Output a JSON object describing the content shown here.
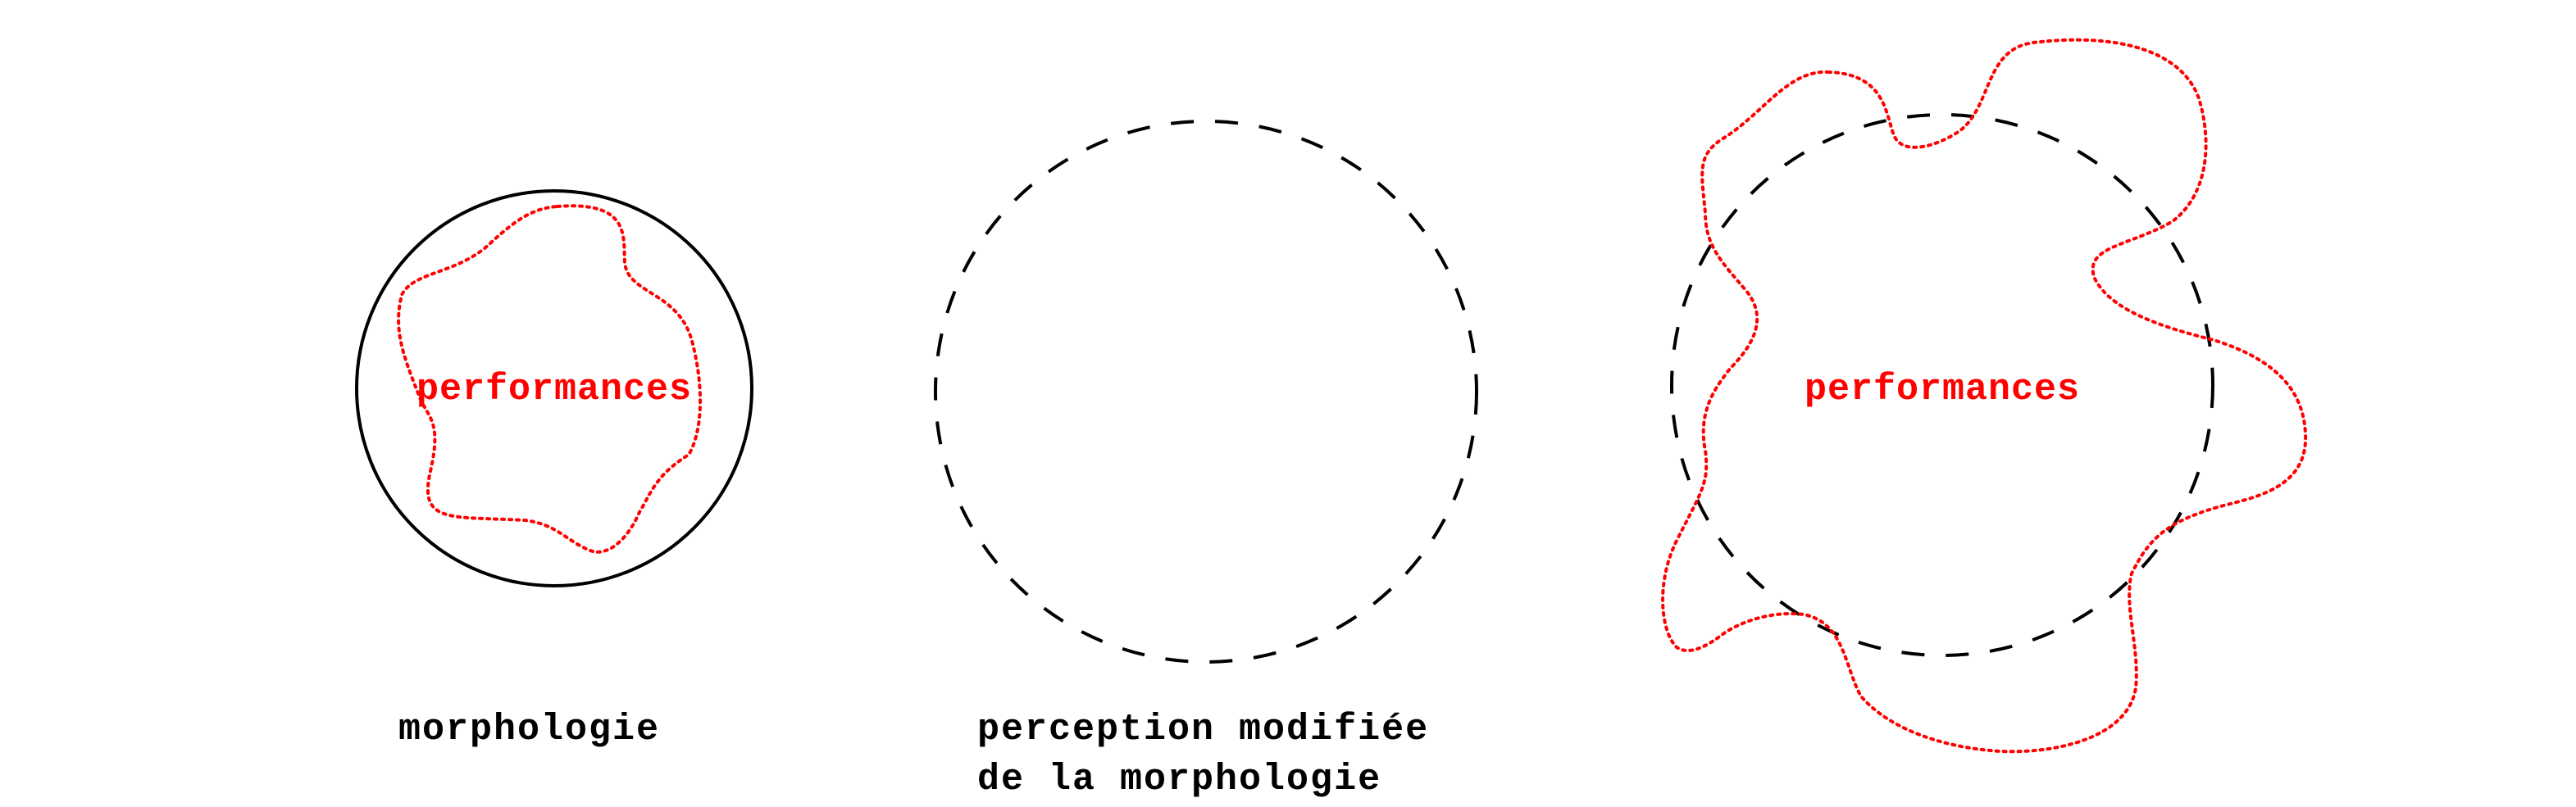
{
  "colors": {
    "outline": "#000000",
    "performance": "#ff0000",
    "background": "#ffffff"
  },
  "panels": [
    {
      "shape": "solid-circle",
      "inner_label": "performances",
      "caption_lines": [
        "morphologie"
      ]
    },
    {
      "shape": "dashed-circle",
      "inner_label": "",
      "caption_lines": [
        "perception modifiée",
        "de la morphologie"
      ]
    },
    {
      "shape": "dashed-circle",
      "inner_label": "performances",
      "caption_lines": []
    }
  ]
}
